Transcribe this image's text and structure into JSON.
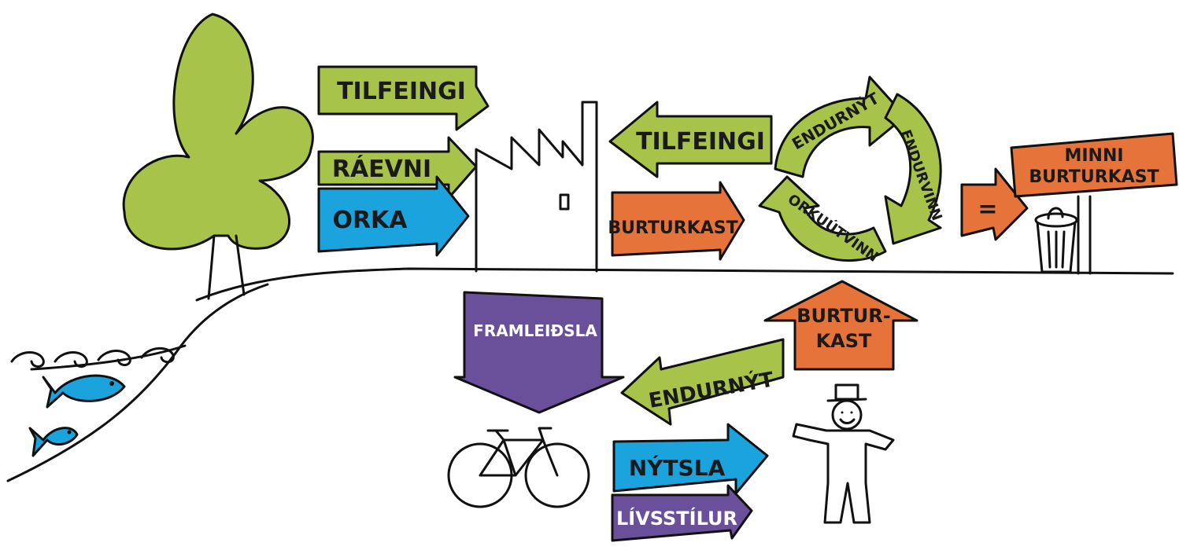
{
  "colors": {
    "green": "#a8c34a",
    "blue": "#1ba3dd",
    "orange": "#e6733a",
    "purple": "#6a4f9a",
    "ink": "#111111"
  },
  "labels": {
    "tilfeingi_top": "TILFEINGI",
    "raevni": "RÁEVNI",
    "orka": "ORKA",
    "tilfeingi_mid": "TILFEINGI",
    "burturkast_mid": "BURTURKAST",
    "endurnyt_cycle": "ENDURNÝT",
    "endurvinn_cycle": "ENDURVINN",
    "orkuutvinn_cycle": "ORKUÚTVINN",
    "sign_line1": "MINNI",
    "sign_line2": "BURTURKAST",
    "equals": "=",
    "framleidsla": "FRAMLEIÐSLA",
    "burturkast_up_line1": "BURTUR-",
    "burturkast_up_line2": "KAST",
    "endurnyt_person": "ENDURNÝT",
    "nytsla": "NÝTSLA",
    "livsstilur": "LÍVSSTÍLUR"
  }
}
